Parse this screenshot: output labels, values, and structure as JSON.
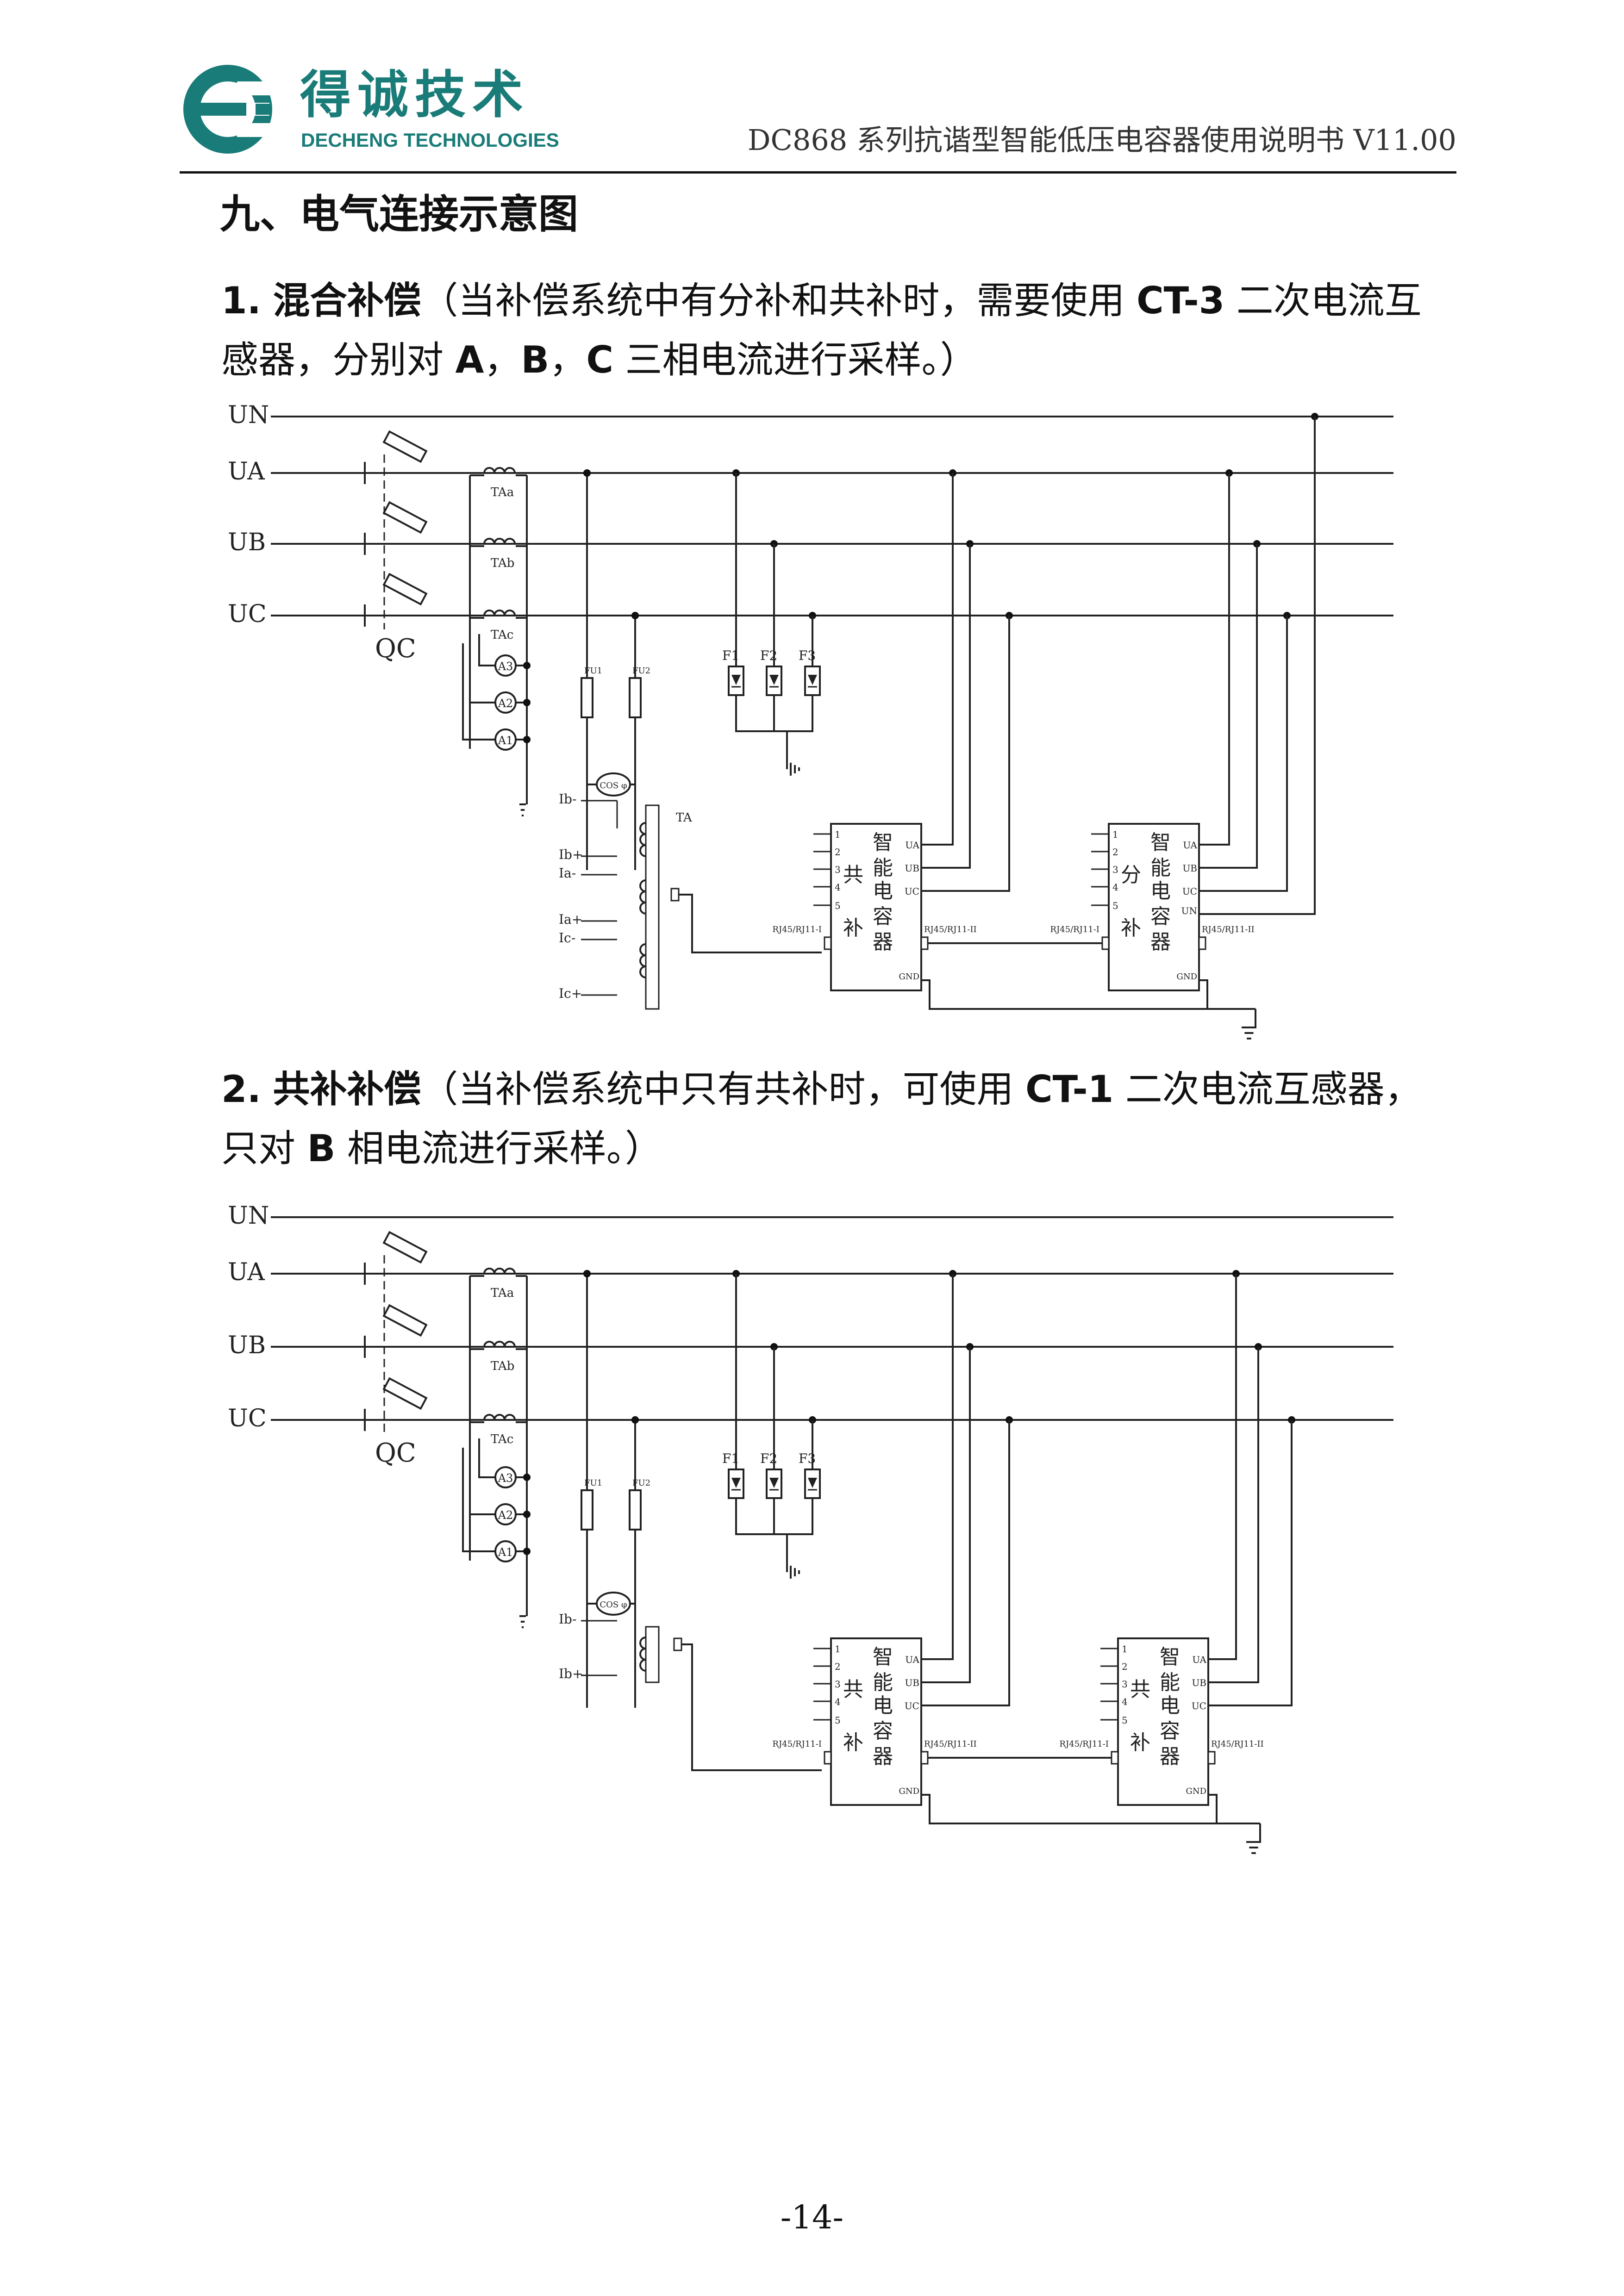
{
  "header": {
    "brand_cn": "得诚技术",
    "brand_en": "DECHENG TECHNOLOGIES",
    "doc_title": "DC868 系列抗谐型智能低压电容器使用说明书 V11.00",
    "brand_color": "#1a7c78"
  },
  "section_title": "九、电气连接示意图",
  "item1": {
    "number": "1.",
    "title": "混合补偿",
    "text_a": "（当补偿系统中有分补和共补时，需要使用 ",
    "ct": "CT-3",
    "text_b": " 二次电流互感器，分别对 ",
    "phase_a": "A",
    "sep1": "，",
    "phase_b": "B",
    "sep2": "，",
    "phase_c": "C",
    "text_c": " 三相电流进行采样。）"
  },
  "item2": {
    "number": "2.",
    "title": "共补补偿",
    "text_a": "（当补偿系统中只有共补时，可使用 ",
    "ct": "CT-1",
    "text_b": " 二次电流互感器，只对 ",
    "phase_b": "B",
    "text_c": " 相电流进行采样。）"
  },
  "diagram_labels": {
    "buses": [
      "UN",
      "UA",
      "UB",
      "UC"
    ],
    "breaker": "QC",
    "ct_primary": [
      "TAa",
      "TAb",
      "TAc"
    ],
    "ammeters": [
      "A3",
      "A2",
      "A1"
    ],
    "fuses": [
      "FU1",
      "FU2"
    ],
    "surge": [
      "F1",
      "F2",
      "F3"
    ],
    "cos_meter": "COS φ",
    "ct_secondary": "TA",
    "current_terms_d1": [
      "Ib-",
      "Ib+",
      "Ia-",
      "Ia+",
      "Ic-",
      "Ic+"
    ],
    "current_terms_d2": [
      "Ib-",
      "Ib+"
    ],
    "pins": [
      "1",
      "2",
      "3",
      "4",
      "5"
    ],
    "phase_terms": [
      "UA",
      "UB",
      "UC"
    ],
    "un_term": "UN",
    "gnd": "GND",
    "port_in_a": "RJ45/RJ11-I",
    "port_in_b": "RJ45/RJ11-I",
    "port_out": "RJ45/RJ11-II",
    "cap_label": [
      "智",
      "能",
      "电",
      "容",
      "器"
    ],
    "cap_common": [
      "共",
      "补"
    ],
    "cap_split": [
      "分",
      "补"
    ]
  },
  "page_number": "-14-"
}
